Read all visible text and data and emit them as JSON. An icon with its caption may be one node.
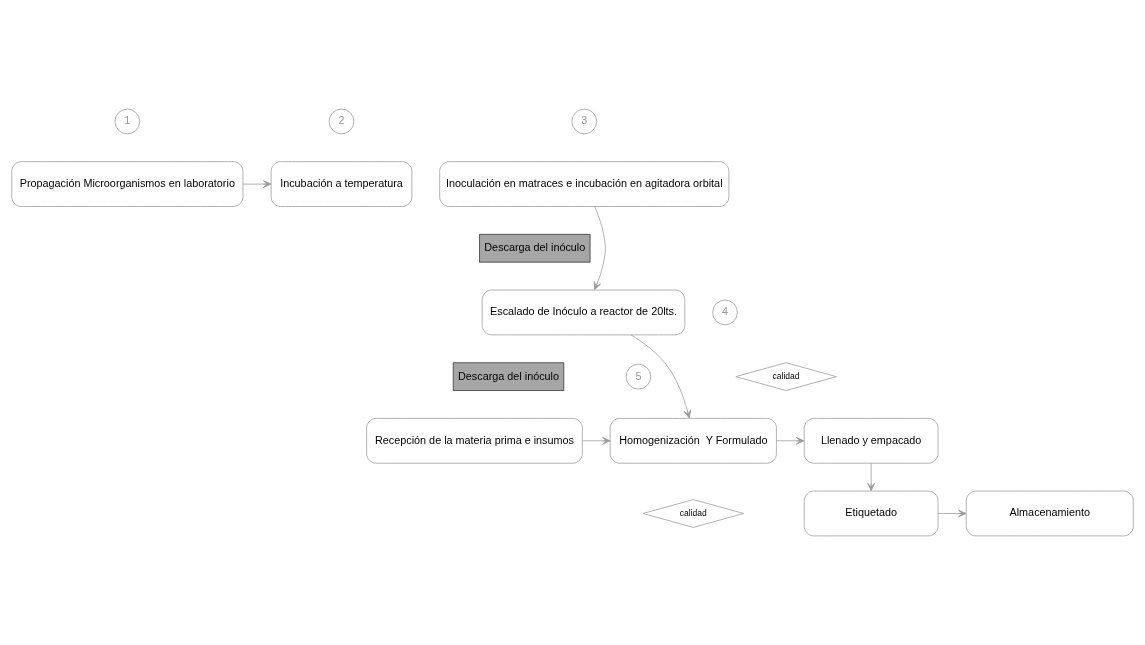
{
  "diagram": {
    "nodes": [
      {
        "text": [
          "1"
        ]
      },
      {
        "text": [
          "Propagación Microorganismos en laboratorio"
        ]
      },
      {
        "text": [
          "2"
        ]
      },
      {
        "text": [
          "Incubación a temperatura"
        ]
      },
      {
        "text": [
          "Inoculación en matraces e incubación en agitadora orbital"
        ]
      },
      {
        "text": [
          "3"
        ]
      },
      {
        "text": [
          "Descarga del inóculo"
        ]
      },
      {
        "text": [
          "Escalado de Inóculo a reactor de 20lts."
        ]
      },
      {
        "text": [
          "4"
        ]
      },
      {
        "text": [
          "Descarga del inóculo"
        ]
      },
      {
        "text": [
          "calidad"
        ]
      },
      {
        "text": [
          "5"
        ]
      },
      {
        "text": [
          "Recepción de la materia prima e insumos"
        ]
      },
      {
        "text": [
          "Homogenización  Y Formulado"
        ]
      },
      {
        "text": [
          "Llenado y empacado"
        ]
      },
      {
        "text": [
          "calidad"
        ]
      },
      {
        "text": [
          "Etiquetado"
        ]
      },
      {
        "text": [
          "Almacenamiento"
        ]
      }
    ],
    "edges": [
      {
        "from": 1,
        "to": 3,
        "arrow": "to"
      },
      {
        "from": 4,
        "to": 7,
        "arrow": "to"
      },
      {
        "from": 7,
        "to": 13,
        "arrow": "to"
      },
      {
        "from": 12,
        "to": 13,
        "arrow": "to"
      },
      {
        "from": 13,
        "to": 14,
        "arrow": "to"
      },
      {
        "from": 14,
        "to": 16,
        "arrow": "to"
      },
      {
        "from": 16,
        "to": 17,
        "arrow": "to"
      }
    ]
  }
}
